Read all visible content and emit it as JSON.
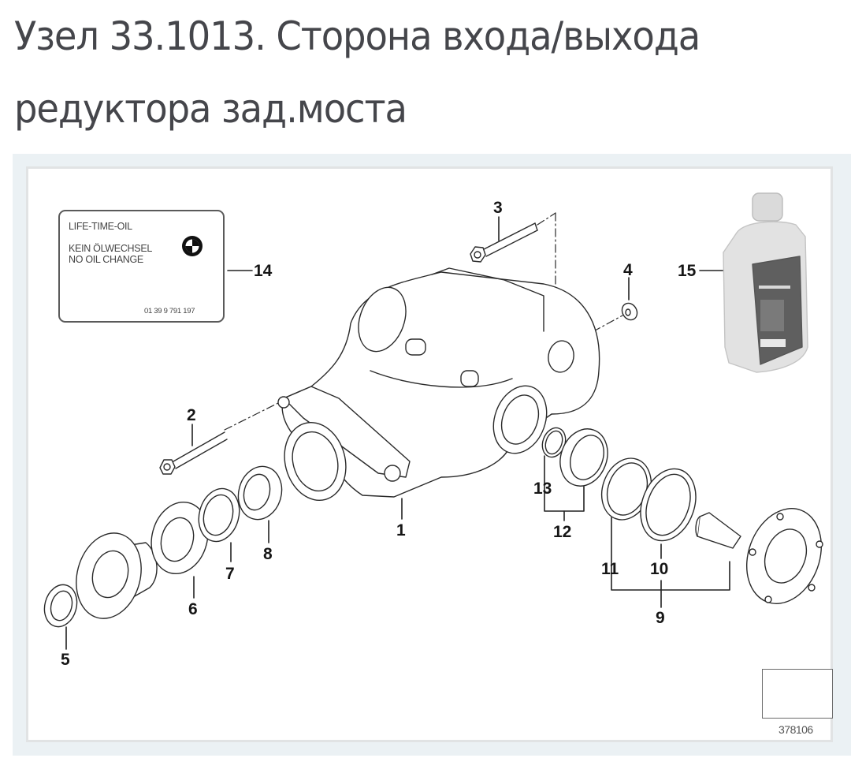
{
  "page": {
    "title_line1": "Узел 33.1013. Сторона входа/выхода",
    "title_line2": "редуктора зад.моста"
  },
  "diagram": {
    "label_card": {
      "line1": "LIFE-TIME-OIL",
      "line2": "KEIN ÖLWECHSEL",
      "line3": "NO OIL CHANGE",
      "part_number": "01 39 9 791 197",
      "logo": "bmw-roundel-icon"
    },
    "callouts": [
      {
        "id": "1",
        "part": "rear-axle-differential-housing"
      },
      {
        "id": "2",
        "part": "bolt-front-mount"
      },
      {
        "id": "3",
        "part": "bolt-rear-mount"
      },
      {
        "id": "4",
        "part": "rubber-bushing"
      },
      {
        "id": "5",
        "part": "collar-nut"
      },
      {
        "id": "6",
        "part": "input-flange"
      },
      {
        "id": "7",
        "part": "shaft-seal"
      },
      {
        "id": "8",
        "part": "shaft-seal-input"
      },
      {
        "id": "9",
        "part": "output-flange-set"
      },
      {
        "id": "10",
        "part": "shim-ring"
      },
      {
        "id": "11",
        "part": "shaft-seal-output"
      },
      {
        "id": "12",
        "part": "seal-set"
      },
      {
        "id": "13",
        "part": "circlip"
      },
      {
        "id": "14",
        "part": "label-life-time-oil"
      },
      {
        "id": "15",
        "part": "oil-bottle"
      }
    ],
    "reference_number": "378106",
    "colors": {
      "title": "#45464b",
      "frame_outer": "#ebf1f4",
      "frame_inner_border": "#e1e3e4",
      "line_art": "#2a2a2a"
    }
  }
}
